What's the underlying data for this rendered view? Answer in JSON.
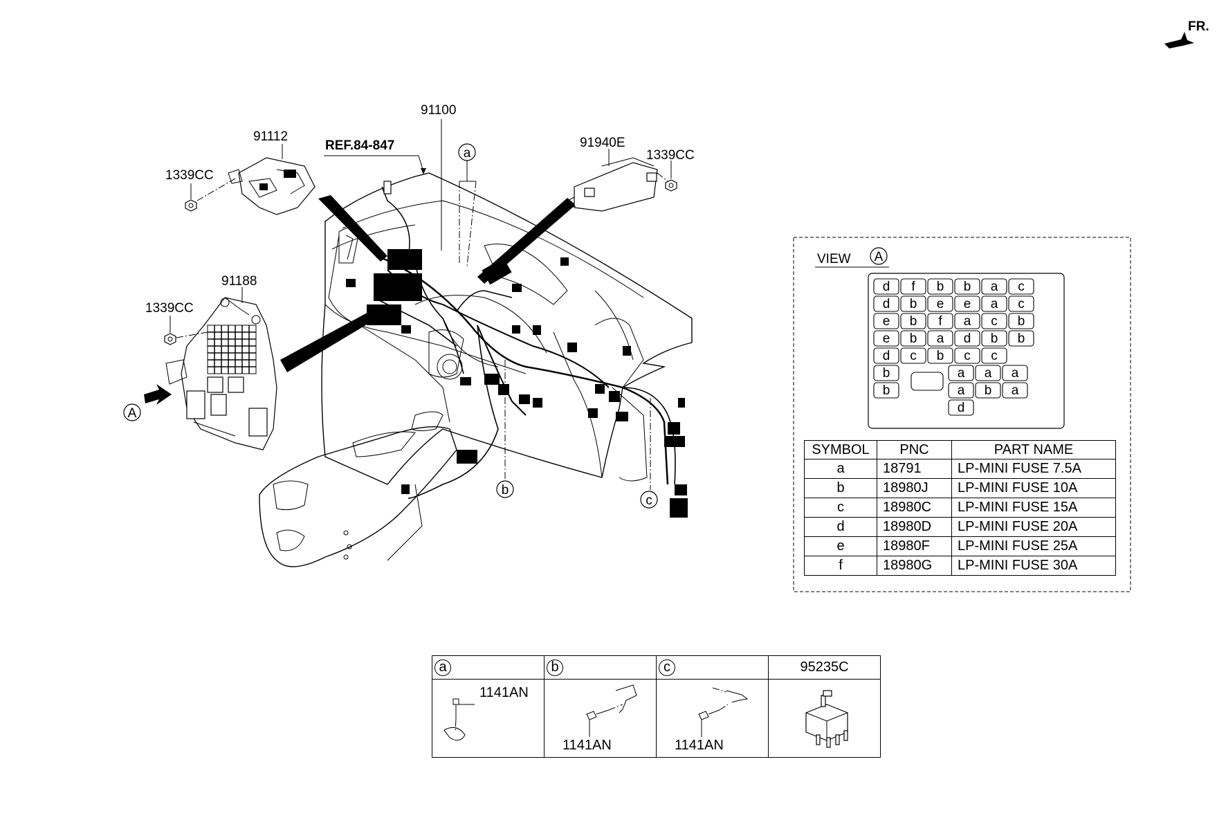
{
  "direction_label": "FR.",
  "ref_label": "REF.84-847",
  "callouts": {
    "harness": "91100",
    "module_top": "91112",
    "module_right": "91940E",
    "junction_box": "91188",
    "nut_top_left": "1339CC",
    "nut_right": "1339CC",
    "nut_left": "1339CC",
    "view_marker": "A",
    "detail_a": "a",
    "detail_b": "b",
    "detail_c": "c"
  },
  "view": {
    "label": "VIEW",
    "marker": "A",
    "fuse_rows": [
      [
        "d",
        "f",
        "b",
        "b",
        "a",
        "c"
      ],
      [
        "d",
        "b",
        "e",
        "e",
        "a",
        "c"
      ],
      [
        "e",
        "b",
        "f",
        "a",
        "c",
        "b"
      ],
      [
        "e",
        "b",
        "a",
        "d",
        "b",
        "b"
      ],
      [
        "d",
        "c",
        "b",
        "c",
        "c"
      ],
      [
        "b",
        "a",
        "a",
        "a"
      ],
      [
        "b",
        "a",
        "b",
        "a"
      ],
      [
        "d"
      ]
    ]
  },
  "fuse_table": {
    "headers": [
      "SYMBOL",
      "PNC",
      "PART NAME"
    ],
    "rows": [
      [
        "a",
        "18791",
        "LP-MINI FUSE 7.5A"
      ],
      [
        "b",
        "18980J",
        "LP-MINI FUSE 10A"
      ],
      [
        "c",
        "18980C",
        "LP-MINI FUSE 15A"
      ],
      [
        "d",
        "18980D",
        "LP-MINI FUSE 20A"
      ],
      [
        "e",
        "18980F",
        "LP-MINI FUSE 25A"
      ],
      [
        "f",
        "18980G",
        "LP-MINI FUSE 30A"
      ]
    ]
  },
  "detail_table": {
    "headers": [
      "a",
      "b",
      "c",
      "95235C"
    ],
    "parts": [
      "1141AN",
      "1141AN",
      "1141AN"
    ]
  }
}
